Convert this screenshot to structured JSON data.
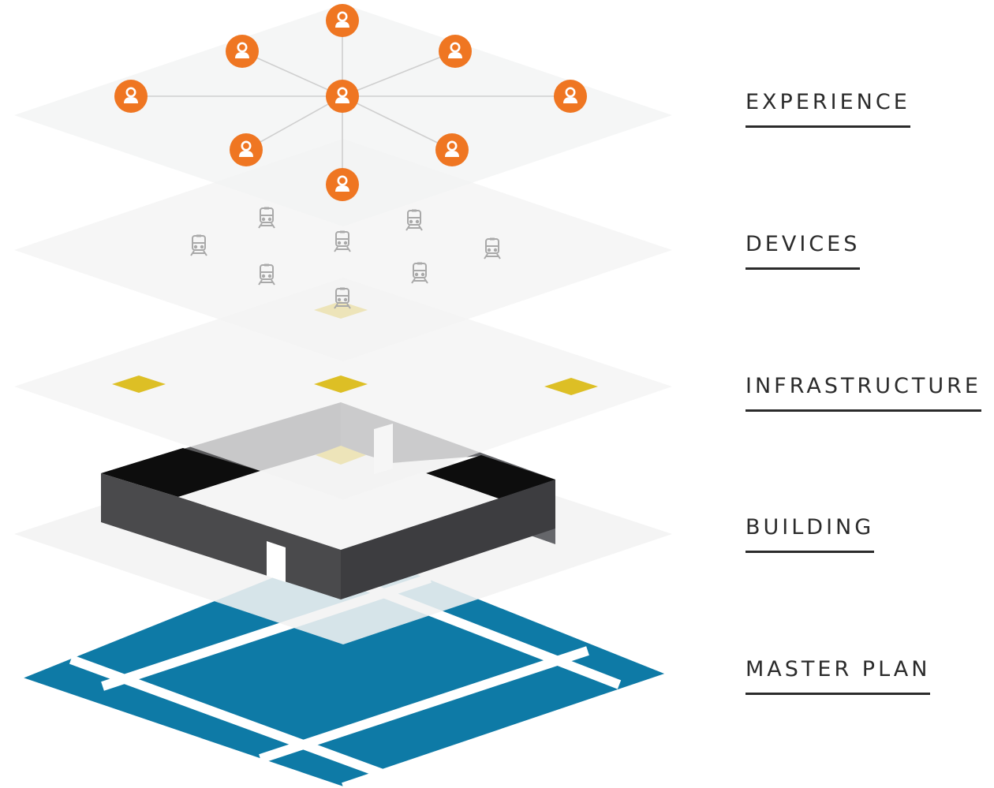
{
  "layers": [
    {
      "key": "experience",
      "label": "EXPERIENCE"
    },
    {
      "key": "devices",
      "label": "DEVICES"
    },
    {
      "key": "infrastructure",
      "label": "INFRASTRUCTURE"
    },
    {
      "key": "building",
      "label": "BUILDING"
    },
    {
      "key": "master_plan",
      "label": "MASTER PLAN"
    }
  ],
  "colors": {
    "plane": "#f2f3f3",
    "person": "#ef7622",
    "device": "#a9a9a9",
    "sensor": "#ddbf25",
    "building_wall": "#4a4a4c",
    "building_dark": "#0d0d0d",
    "masterplan": "#0e7aa6",
    "label": "#2b2b2b"
  },
  "icons": {
    "experience": "person-icon",
    "devices": "train-icon",
    "infrastructure": "sensor-tile-icon"
  }
}
